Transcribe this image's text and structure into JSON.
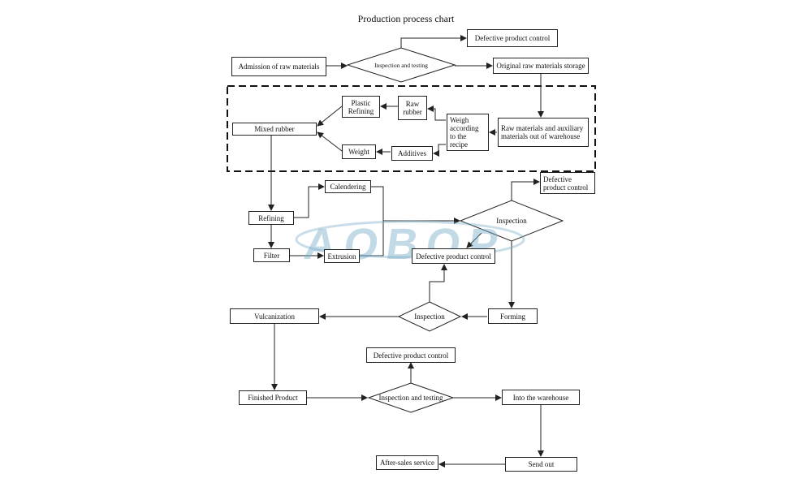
{
  "title": "Production process chart",
  "watermark": "AOBOP",
  "colors": {
    "line": "#222222",
    "watermark": "#78aac8"
  },
  "nodes": {
    "admission": "Admission of raw materials",
    "inspection_testing_top": "Inspection and testing",
    "defective_top": "Defective product control",
    "original_storage": "Original raw materials storage",
    "raw_aux_out": "Raw materials and auxiliary materials out of warehouse",
    "weigh_recipe": "Weigh according to the recipe",
    "raw_rubber": "Raw rubber",
    "plastic_refining": "Plastic Refining",
    "additives": "Additives",
    "weight": "Weight",
    "mixed_rubber": "Mixed rubber",
    "refining": "Refining",
    "calendering": "Calendering",
    "filter": "Filter",
    "extrusion": "Extrusion",
    "inspection_mid": "Inspection",
    "defective_right": "Defective product control",
    "defective_mid": "Defective product control",
    "forming": "Forming",
    "inspection_low": "Inspection",
    "vulcanization": "Vulcanization",
    "finished_product": "Finished Product",
    "inspection_testing_bottom": "Inspection and testing",
    "defective_bottom": "Defective product control",
    "into_warehouse": "Into the warehouse",
    "send_out": "Send out",
    "after_sales": "After-sales service"
  }
}
